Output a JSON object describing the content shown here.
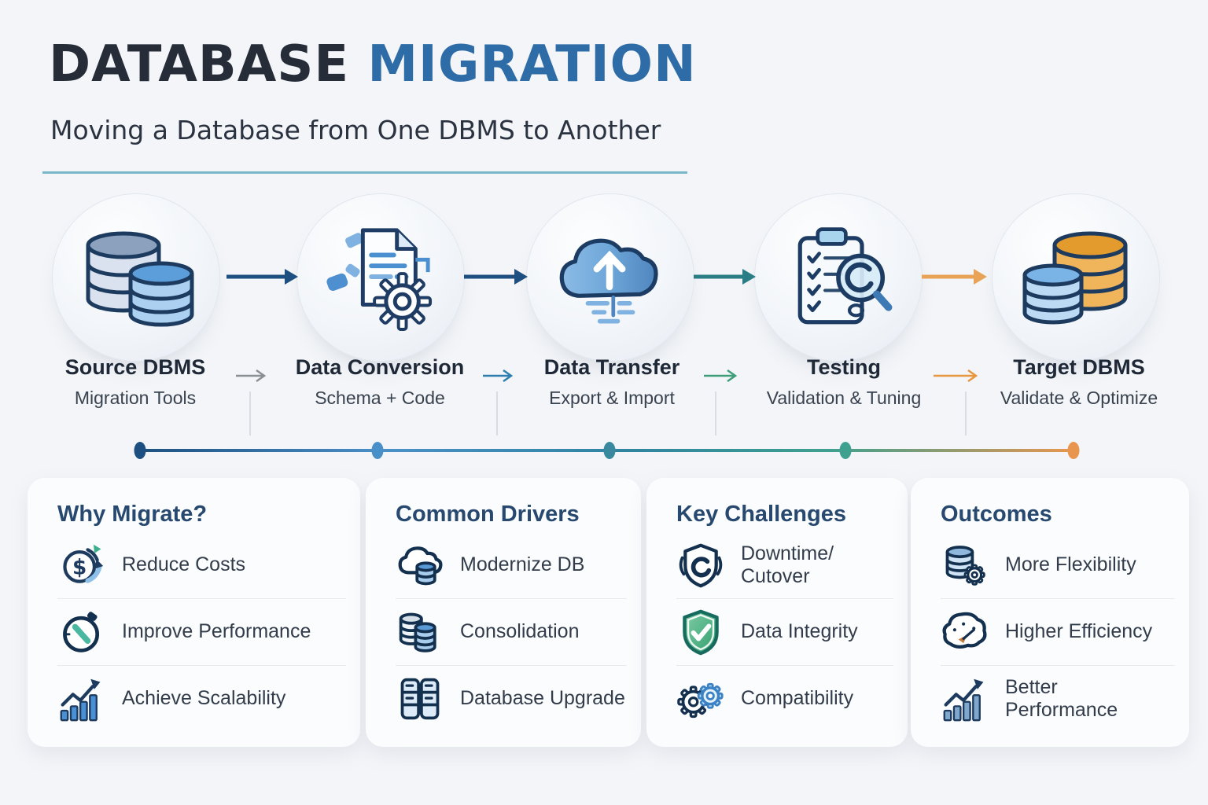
{
  "header": {
    "title_primary": "DATABASE",
    "title_accent": "MIGRATION",
    "subtitle": "Moving a Database from One DBMS to Another",
    "accent_color": "#2e6ca7",
    "underline_color": "#79b7c9"
  },
  "pipeline": {
    "steps": [
      {
        "title": "Source DBMS",
        "subtitle": "Migration Tools",
        "icon": "source-database-stack-icon"
      },
      {
        "title": "Data Conversion",
        "subtitle": "Schema + Code",
        "icon": "document-gear-icon"
      },
      {
        "title": "Data Transfer",
        "subtitle": "Export & Import",
        "icon": "cloud-upload-icon"
      },
      {
        "title": "Testing",
        "subtitle": "Validation & Tuning",
        "icon": "clipboard-magnifier-icon"
      },
      {
        "title": "Target DBMS",
        "subtitle": "Validate & Optimize",
        "icon": "target-database-stack-icon"
      }
    ],
    "connector_colors": [
      "#1d4f80",
      "#1d4f80",
      "#2a7d85",
      "#e9a356"
    ],
    "label_arrow_colors": [
      "#8a8f93",
      "#2e7fae",
      "#3f9e7a",
      "#e8963f"
    ],
    "timeline_dot_colors": [
      "#1d5080",
      "#4a90c8",
      "#39889e",
      "#3fa08f",
      "#e8964f"
    ]
  },
  "cards": [
    {
      "title": "Why Migrate?",
      "items": [
        {
          "label": "Reduce Costs",
          "icon": "dollar-cycle-icon"
        },
        {
          "label": "Improve Performance",
          "icon": "gauge-icon"
        },
        {
          "label": "Achieve Scalability",
          "icon": "growth-chart-icon"
        }
      ]
    },
    {
      "title": "Common Drivers",
      "items": [
        {
          "label": "Modernize DB",
          "icon": "cloud-database-icon"
        },
        {
          "label": "Consolidation",
          "icon": "database-pair-icon"
        },
        {
          "label": "Database Upgrade",
          "icon": "server-rack-icon"
        }
      ]
    },
    {
      "title": "Key Challenges",
      "items": [
        {
          "label_line1": "Downtime/",
          "label_line2": "Cutover",
          "icon": "shield-sync-icon"
        },
        {
          "label": "Data Integrity",
          "icon": "shield-check-icon"
        },
        {
          "label": "Compatibility",
          "icon": "gears-icon"
        }
      ]
    },
    {
      "title": "Outcomes",
      "items": [
        {
          "label": "More Flexibility",
          "icon": "database-gear-icon"
        },
        {
          "label": "Higher Efficiency",
          "icon": "brain-gauge-icon"
        },
        {
          "label": "Better Performance",
          "icon": "growth-chart-icon"
        }
      ]
    }
  ]
}
